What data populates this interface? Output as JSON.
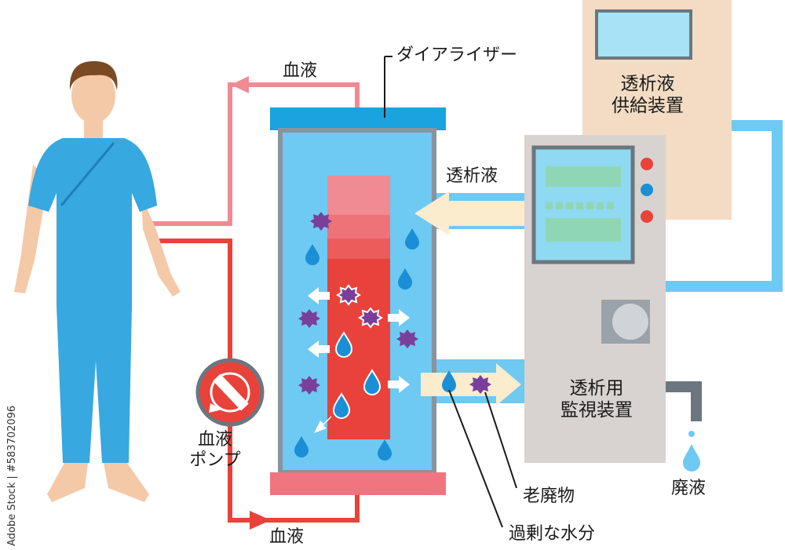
{
  "labels": {
    "dialyzer": "ダイアライザー",
    "blood_top": "血液",
    "blood_bottom": "血液",
    "dialysate": "透析液",
    "supply_line1": "透析液",
    "supply_line2": "供給装置",
    "monitor_line1": "透析用",
    "monitor_line2": "監視装置",
    "pump_line1": "血液",
    "pump_line2": "ポンプ",
    "waste_liquid": "廃液",
    "waste_products": "老廃物",
    "excess_water": "過剰な水分"
  },
  "watermark": "Adobe Stock | #583702096",
  "colors": {
    "blood_dark": "#e8423a",
    "blood_light": "#f08a93",
    "dialyzer_body": "#6ec9f3",
    "dialyzer_frame": "#8a939d",
    "dialyzer_cap_top": "#1aa3de",
    "dialyzer_cap_bottom": "#f07580",
    "water_drop": "#1a8fd6",
    "waste_purple": "#7a3f9a",
    "machine": "#d8d3d0",
    "supply": "#f3dcc3",
    "screen": "#8fd9f2",
    "tube_blue": "#6ec9f3",
    "patient_clothes": "#37a8e0"
  }
}
